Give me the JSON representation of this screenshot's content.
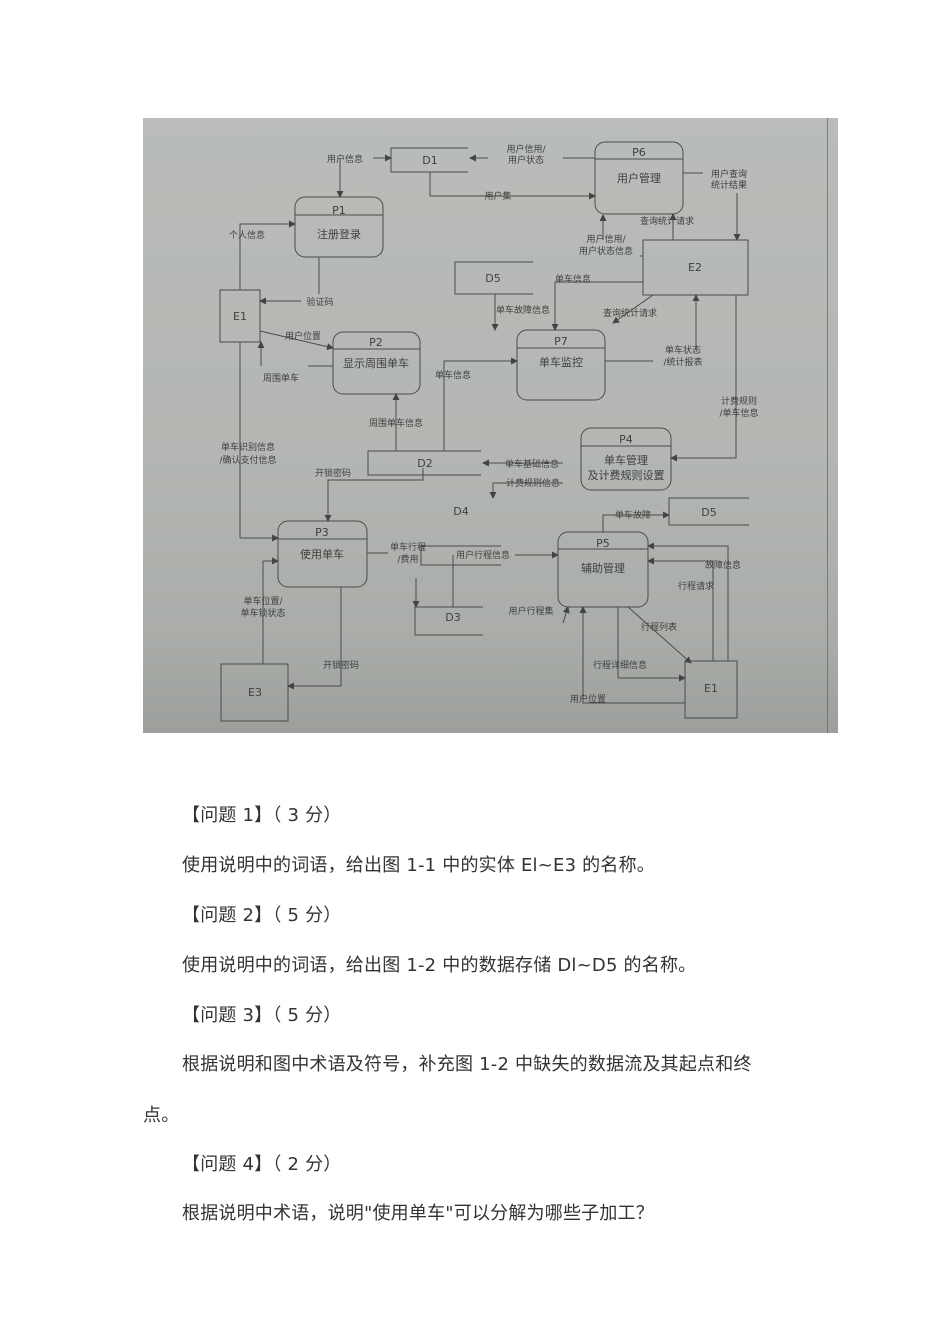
{
  "diagram": {
    "type": "data-flow-diagram",
    "processes": [
      {
        "id": "P1",
        "name": "注册登录"
      },
      {
        "id": "P2",
        "name": "显示周围单车"
      },
      {
        "id": "P3",
        "name": "使用单车"
      },
      {
        "id": "P4",
        "name": "单车管理",
        "name2": "及计费规则设置"
      },
      {
        "id": "P5",
        "name": "辅助管理"
      },
      {
        "id": "P6",
        "name": "用户管理"
      },
      {
        "id": "P7",
        "name": "单车监控"
      }
    ],
    "entities": [
      {
        "id": "E1"
      },
      {
        "id": "E2"
      },
      {
        "id": "E3"
      },
      {
        "id": "E1b",
        "label": "E1"
      }
    ],
    "stores": [
      {
        "id": "D1"
      },
      {
        "id": "D2"
      },
      {
        "id": "D3"
      },
      {
        "id": "D4"
      },
      {
        "id": "D5"
      },
      {
        "id": "D5b",
        "label": "D5"
      }
    ],
    "flows": {
      "user_info": "用户信息",
      "credit_status_a": "用户信用/",
      "credit_status_b": "用户状态",
      "user_set": "用户集",
      "query_result_a": "用户查询",
      "query_result_b": "统计结果",
      "query_request": "查询统计请求",
      "credit_info_a": "用户信用/",
      "credit_info_b": "用户状态信息",
      "personal_info": "个人信息",
      "verify_code": "验证码",
      "user_location": "用户位置",
      "nearby_bikes": "周围单车",
      "bike_info": "单车信息",
      "bike_fault_info": "单车故障信息",
      "query_request_2": "查询统计请求",
      "bike_status_a": "单车状态",
      "bike_status_b": "/统计报表",
      "nearby_bike_info": "周围单车信息",
      "bike_info_2": "单车信息",
      "billing_a": "计费规则",
      "billing_b": "/单车信息",
      "bike_id_a": "单车识别信息",
      "bike_id_b": "/确认支付信息",
      "unlock_code": "开锁密码",
      "bike_basic_info": "单车基础信息",
      "billing_rule_info": "计费规则信息",
      "bike_fault": "单车故障",
      "trip_fee_a": "单车行程",
      "trip_fee_b": "/费用",
      "user_trip_info": "用户行程信息",
      "fault_info": "故障信息",
      "trip_request": "行程请求",
      "user_trip_set": "用户行程集",
      "trip_list": "行程列表",
      "bike_loc_a": "单车位置/",
      "bike_loc_b": "单车锁状态",
      "unlock_code_2": "开锁密码",
      "trip_detail": "行程详细信息",
      "user_location_2": "用户位置"
    }
  },
  "questions": [
    {
      "heading": "【问题 1】（ 3 分）",
      "body": "使用说明中的词语，给出图  1-1  中的实体  El~E3  的名称。"
    },
    {
      "heading": "【问题 2】（ 5 分）",
      "body": "使用说明中的词语，给出图  1-2  中的数据存储  Dl~D5  的名称。"
    },
    {
      "heading": "【问题 3】（ 5 分）",
      "body_line1": "根据说明和图中术语及符号，补充图   1-2  中缺失的数据流及其起点和终",
      "body_line2": "点。"
    },
    {
      "heading": "【问题 4】（ 2 分）",
      "body": "根据说明中术语，说明\"使用单车\"可以分解为哪些子加工？"
    }
  ]
}
